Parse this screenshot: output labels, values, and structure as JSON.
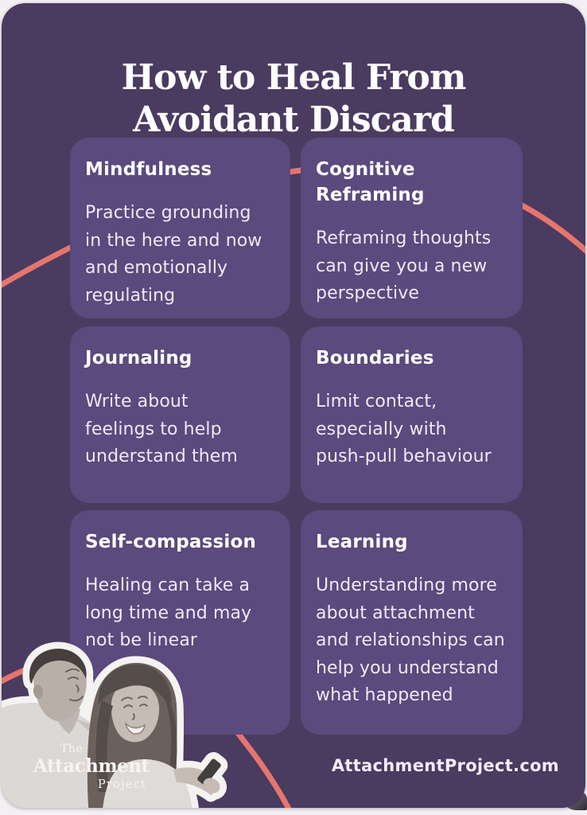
{
  "poster": {
    "title": "How to Heal From\nAvoidant Discard",
    "cards": [
      {
        "heading": "Mindfulness",
        "body": "Practice grounding\nin the here and now\nand emotionally\nregulating"
      },
      {
        "heading": "Cognitive\nReframing",
        "body": "Reframing thoughts\ncan give you a new\nperspective"
      },
      {
        "heading": "Journaling",
        "body": "Write about\nfeelings to help\nunderstand them"
      },
      {
        "heading": "Boundaries",
        "body": "Limit contact,\nespecially with\npush-pull behaviour"
      },
      {
        "heading": "Self-compassion",
        "body": "Healing can take a\nlong time and may\nnot be linear"
      },
      {
        "heading": "Learning",
        "body": "Understanding more\nabout attachment\nand relationships can\nhelp you understand\nwhat happened"
      }
    ],
    "footer_website": "AttachmentProject.com",
    "logo": {
      "the": "The",
      "attachment": "Attachment",
      "project": "Project"
    },
    "photo_alt": "Black-and-white cutout photo of a smiling man and woman looking at each other, she holds a phone",
    "colors": {
      "page_background": "#f2f0f2",
      "poster_background": "#4a3b60",
      "card_background": "#5a4a7d",
      "accent_line": "#e5756e",
      "heading_text": "#ffffff",
      "body_text": "#efe9f6"
    }
  }
}
